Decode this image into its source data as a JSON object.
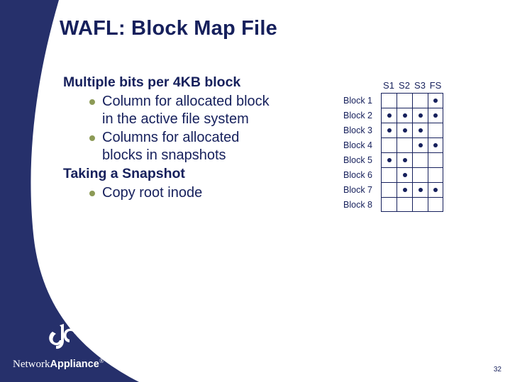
{
  "slide": {
    "title": "WAFL: Block Map File",
    "page_number": "32",
    "colors": {
      "navy": "#16205c",
      "bullet_olive": "#8c9a56",
      "background": "#ffffff"
    }
  },
  "content": {
    "items": [
      {
        "level": 1,
        "text": "Multiple bits per 4KB block"
      },
      {
        "level": 2,
        "text": "Column for allocated block",
        "text2": "in the active file system"
      },
      {
        "level": 2,
        "text": "Columns for allocated",
        "text2": "blocks in snapshots"
      },
      {
        "level": 1,
        "text": "Taking a Snapshot"
      },
      {
        "level": 2,
        "text": "Copy root inode",
        "text2": ""
      }
    ]
  },
  "block_map": {
    "columns": [
      "S1",
      "S2",
      "S3",
      "FS"
    ],
    "rows": [
      {
        "label": "Block 1",
        "cells": [
          0,
          0,
          0,
          1
        ]
      },
      {
        "label": "Block 2",
        "cells": [
          1,
          1,
          1,
          1
        ]
      },
      {
        "label": "Block 3",
        "cells": [
          1,
          1,
          1,
          0
        ]
      },
      {
        "label": "Block 4",
        "cells": [
          0,
          0,
          1,
          1
        ]
      },
      {
        "label": "Block 5",
        "cells": [
          1,
          1,
          0,
          0
        ]
      },
      {
        "label": "Block 6",
        "cells": [
          0,
          1,
          0,
          0
        ]
      },
      {
        "label": "Block 7",
        "cells": [
          0,
          1,
          1,
          1
        ]
      },
      {
        "label": "Block 8",
        "cells": [
          0,
          0,
          0,
          0
        ]
      }
    ]
  },
  "logo": {
    "name_plain": "Network",
    "name_bold": "Appliance",
    "registered": "®"
  }
}
